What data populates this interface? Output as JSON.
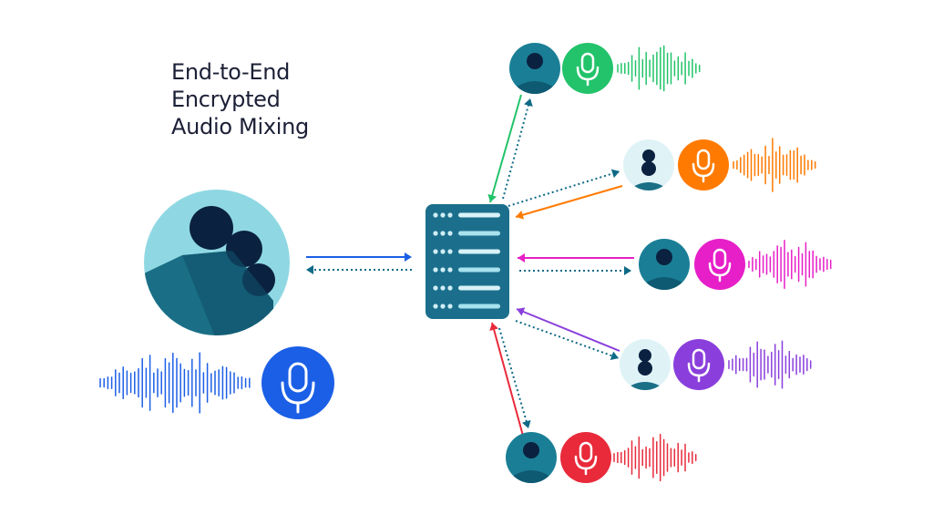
{
  "title": {
    "lines": [
      "End-to-End",
      "Encrypted",
      "Audio Mixing"
    ]
  },
  "colors": {
    "navy": "#0b2140",
    "teal": "#1a6f86",
    "light_teal": "#8fd8e3",
    "mic_blue": "#1b5fe6",
    "server": "#1c6f8c"
  },
  "main_user": {
    "avatar": "user-avatar-icon",
    "mic": "microphone-icon",
    "mic_color": "#1b5fe6",
    "wave_color": "#1b5fe6"
  },
  "participants": [
    {
      "name": "participant-1",
      "color": "#22c36a",
      "variant": "single"
    },
    {
      "name": "participant-2",
      "color": "#ff7a00",
      "variant": "stacked"
    },
    {
      "name": "participant-3",
      "color": "#e61fc8",
      "variant": "single"
    },
    {
      "name": "participant-4",
      "color": "#8a3fdc",
      "variant": "stacked"
    },
    {
      "name": "participant-5",
      "color": "#e82a3b",
      "variant": "single"
    }
  ],
  "server": {
    "icon": "server-icon"
  }
}
